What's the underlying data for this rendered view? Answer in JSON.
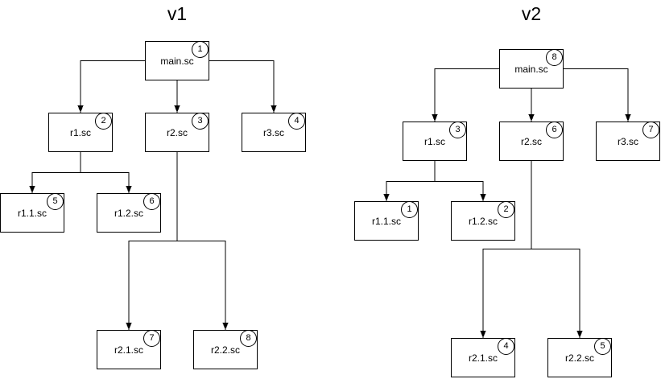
{
  "diagram": {
    "background_color": "#ffffff",
    "stroke_color": "#000000",
    "text_color": "#000000",
    "v1": {
      "title": "v1",
      "nodes": {
        "main": {
          "label": "main.sc",
          "badge": "1"
        },
        "r1": {
          "label": "r1.sc",
          "badge": "2"
        },
        "r2": {
          "label": "r2.sc",
          "badge": "3"
        },
        "r3": {
          "label": "r3.sc",
          "badge": "4"
        },
        "r11": {
          "label": "r1.1.sc",
          "badge": "5"
        },
        "r12": {
          "label": "r1.2.sc",
          "badge": "6"
        },
        "r21": {
          "label": "r2.1.sc",
          "badge": "7"
        },
        "r22": {
          "label": "r2.2.sc",
          "badge": "8"
        }
      },
      "edges": [
        {
          "from": "main.sc",
          "to": "r1.sc"
        },
        {
          "from": "main.sc",
          "to": "r2.sc"
        },
        {
          "from": "main.sc",
          "to": "r3.sc"
        },
        {
          "from": "r1.sc",
          "to": "r1.1.sc"
        },
        {
          "from": "r1.sc",
          "to": "r1.2.sc"
        },
        {
          "from": "r2.sc",
          "to": "r2.1.sc"
        },
        {
          "from": "r2.sc",
          "to": "r2.2.sc"
        }
      ]
    },
    "v2": {
      "title": "v2",
      "nodes": {
        "main": {
          "label": "main.sc",
          "badge": "8"
        },
        "r1": {
          "label": "r1.sc",
          "badge": "3"
        },
        "r2": {
          "label": "r2.sc",
          "badge": "6"
        },
        "r3": {
          "label": "r3.sc",
          "badge": "7"
        },
        "r11": {
          "label": "r1.1.sc",
          "badge": "1"
        },
        "r12": {
          "label": "r1.2.sc",
          "badge": "2"
        },
        "r21": {
          "label": "r2.1.sc",
          "badge": "4"
        },
        "r22": {
          "label": "r2.2.sc",
          "badge": "5"
        }
      },
      "edges": [
        {
          "from": "main.sc",
          "to": "r1.sc"
        },
        {
          "from": "main.sc",
          "to": "r2.sc"
        },
        {
          "from": "main.sc",
          "to": "r3.sc"
        },
        {
          "from": "r1.sc",
          "to": "r1.1.sc"
        },
        {
          "from": "r1.sc",
          "to": "r1.2.sc"
        },
        {
          "from": "r2.sc",
          "to": "r2.1.sc"
        },
        {
          "from": "r2.sc",
          "to": "r2.2.sc"
        }
      ]
    }
  }
}
